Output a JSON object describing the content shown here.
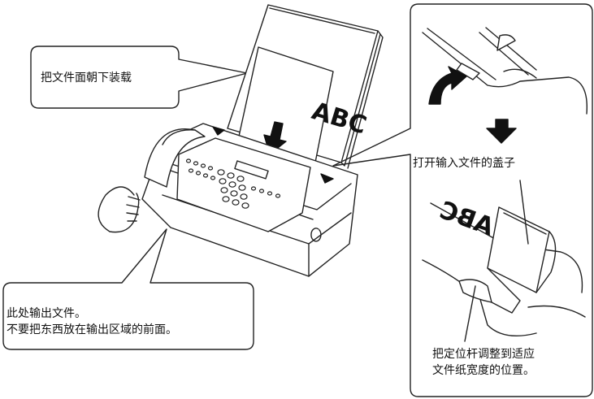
{
  "callouts": {
    "load_face_down": "把文件面朝下装载",
    "open_cover": "打开输入文件的盖子",
    "output_line1": "此处输出文件。",
    "output_line2": "不要把东西放在输出区域的前面。",
    "guide_line1": "把定位杆调整到适应",
    "guide_line2": "文件纸宽度的位置。"
  },
  "document_text": "ABC",
  "colors": {
    "stroke": "#222222",
    "fill": "#ffffff",
    "dark": "#111111"
  }
}
